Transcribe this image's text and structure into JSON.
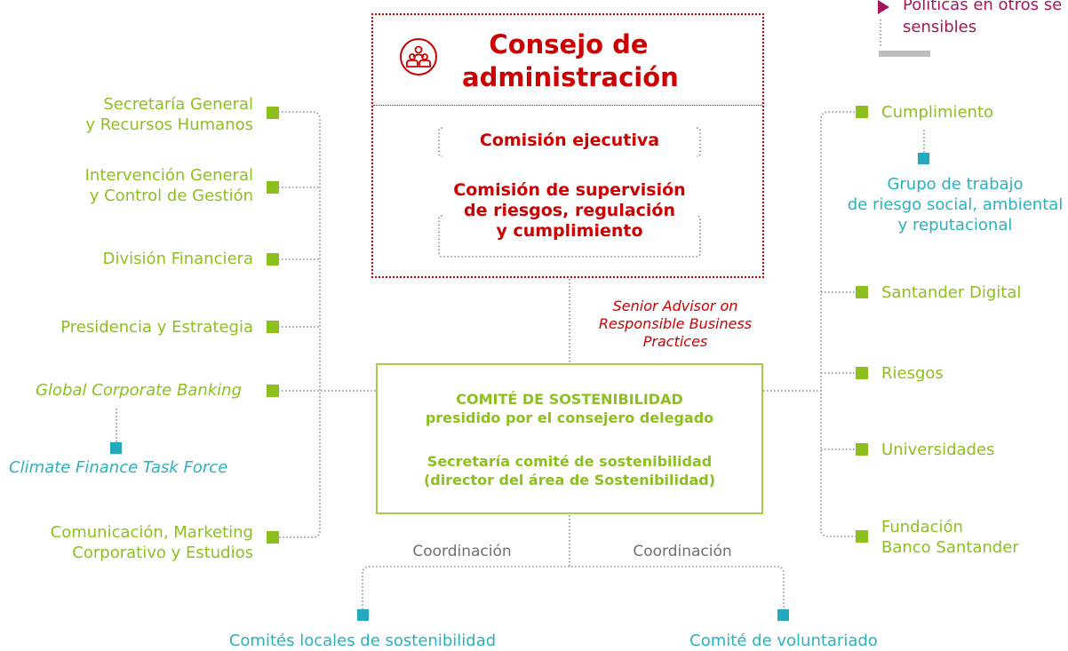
{
  "colors": {
    "green": "#8dbf1f",
    "teal": "#2ab1bf",
    "red": "#cc0000",
    "gray": "#6f6f6f"
  },
  "legend": {
    "line1": "Políticas en otros se",
    "line2": "sensibles"
  },
  "board": {
    "icon": "people-group-icon",
    "title_line1": "Consejo de",
    "title_line2": "administración",
    "executive": "Comisión ejecutiva",
    "risk_line1": "Comisión de supervisión",
    "risk_line2": "de riesgos, regulación",
    "risk_line3": "y cumplimiento"
  },
  "advisor": {
    "line1": "Senior Advisor on",
    "line2": "Responsible Business",
    "line3": "Practices"
  },
  "committee": {
    "title": "COMITÉ DE SOSTENIBILIDAD",
    "subtitle": "presidido por el consejero delegado",
    "secretary_line1": "Secretaría comité de sostenibilidad",
    "secretary_line2": "(director del área de Sostenibilidad)"
  },
  "left": {
    "sec_l1": "Secretaría General",
    "sec_l2": "y Recursos Humanos",
    "int_l1": "Intervención General",
    "int_l2": "y Control de Gestión",
    "fin": "División Financiera",
    "pres": "Presidencia y Estrategia",
    "gcb": "Global Corporate Banking",
    "cftf": "Climate Finance Task Force",
    "com_l1": "Comunicación, Marketing",
    "com_l2": "Corporativo y Estudios"
  },
  "right": {
    "cump": "Cumplimiento",
    "grupo_l1": "Grupo de trabajo",
    "grupo_l2": "de riesgo social, ambiental",
    "grupo_l3": "y reputacional",
    "digital": "Santander Digital",
    "riesgos": "Riesgos",
    "univ": "Universidades",
    "fund_l1": "Fundación",
    "fund_l2": "Banco Santander"
  },
  "bottom": {
    "coord_left": "Coordinación",
    "coord_right": "Coordinación",
    "local": "Comités locales de sostenibilidad",
    "volunt": "Comité de voluntariado"
  }
}
